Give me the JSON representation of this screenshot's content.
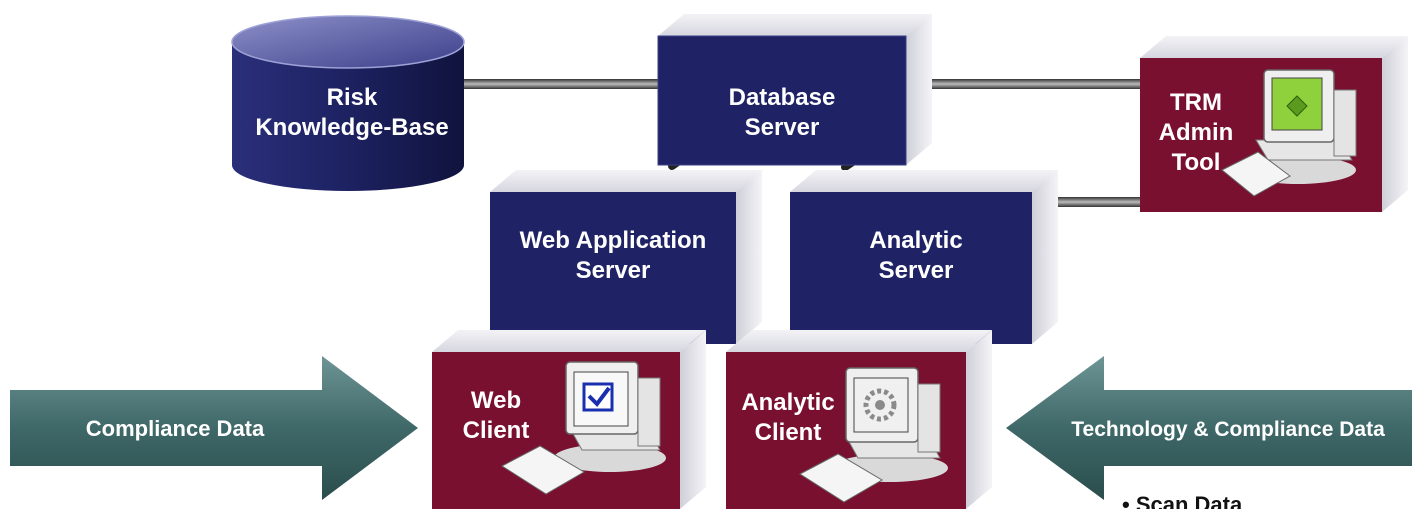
{
  "nodes": {
    "risk_kb": {
      "line1": "Risk",
      "line2": "Knowledge-Base"
    },
    "db_server": {
      "line1": "Database",
      "line2": "Server"
    },
    "trm_admin": {
      "line1": "TRM",
      "line2": "Admin",
      "line3": "Tool"
    },
    "web_app_server": {
      "line1": "Web Application",
      "line2": "Server"
    },
    "analytic_server": {
      "line1": "Analytic",
      "line2": "Server"
    },
    "web_client": {
      "line1": "Web",
      "line2": "Client"
    },
    "analytic_client": {
      "line1": "Analytic",
      "line2": "Client"
    }
  },
  "arrows": {
    "left": {
      "label": "Compliance Data"
    },
    "right": {
      "label": "Technology & Compliance Data"
    }
  },
  "bullets": [
    "• Scan Data"
  ],
  "colors": {
    "server_face": "#1f2366",
    "client_face": "#7a1030",
    "arrow": "#4d7474",
    "connector": "#5a5a5a"
  }
}
